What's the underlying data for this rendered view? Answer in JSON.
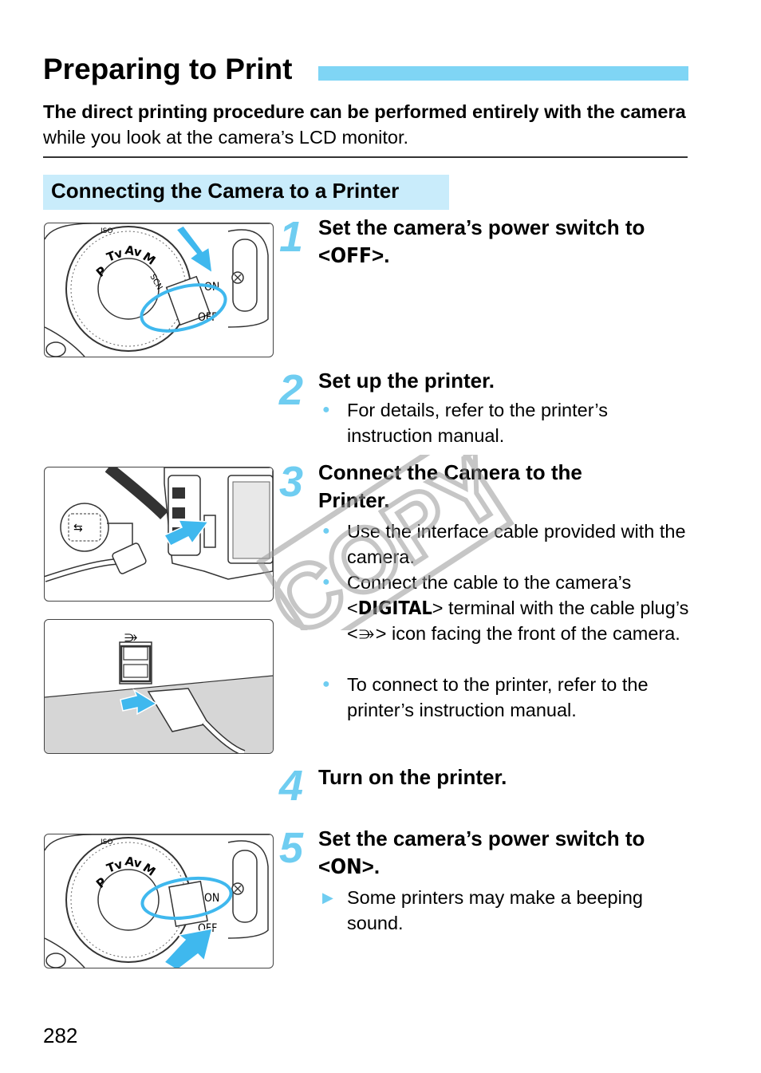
{
  "title": "Preparing to Print",
  "intro": {
    "bold": "The direct printing procedure can be performed entirely with the camera",
    "rest": " while you look at the camera’s LCD monitor."
  },
  "section": "Connecting the Camera to a Printer",
  "steps": [
    {
      "num": "1",
      "head_a": "Set the camera’s power switch to",
      "head_b_pre": "<",
      "head_b_mode": "OFF",
      "head_b_post": ">."
    },
    {
      "num": "2",
      "head": "Set up the printer.",
      "bullets": [
        "For details, refer to the printer’s instruction manual."
      ]
    },
    {
      "num": "3",
      "head": "Connect the Camera to the Printer.",
      "bullet1": "Use the interface cable provided with the camera.",
      "bullet2_a": "Connect the cable to the camera’s <",
      "bullet2_digital": "DIGITAL",
      "bullet2_b": "> terminal with the cable plug’s <",
      "bullet2_c": "> icon facing the front of the camera.",
      "bullet3": "To connect to the printer, refer to the printer’s instruction manual."
    },
    {
      "num": "4",
      "head": "Turn on the printer."
    },
    {
      "num": "5",
      "head_a": "Set the camera’s power switch to",
      "head_b_pre": "<",
      "head_b_mode": "ON",
      "head_b_post": ">.",
      "result": "Some printers may make a beeping sound."
    }
  ],
  "dial_labels": {
    "on": "ON",
    "off": "OFF",
    "tv": "Tv",
    "av": "Av",
    "m": "M",
    "p": "P",
    "scn": "SCN",
    "iso": "ISO"
  },
  "watermark": "COPY",
  "page_number": "282",
  "colors": {
    "accent": "#6fcdf1",
    "title_bar": "#7fd5f5",
    "section_bg": "#c9ecfb",
    "highlight": "#3fb8ee"
  },
  "icons": [
    "usb-icon",
    "arrow-icon",
    "bullet-icon",
    "triangle-bullet-icon"
  ]
}
